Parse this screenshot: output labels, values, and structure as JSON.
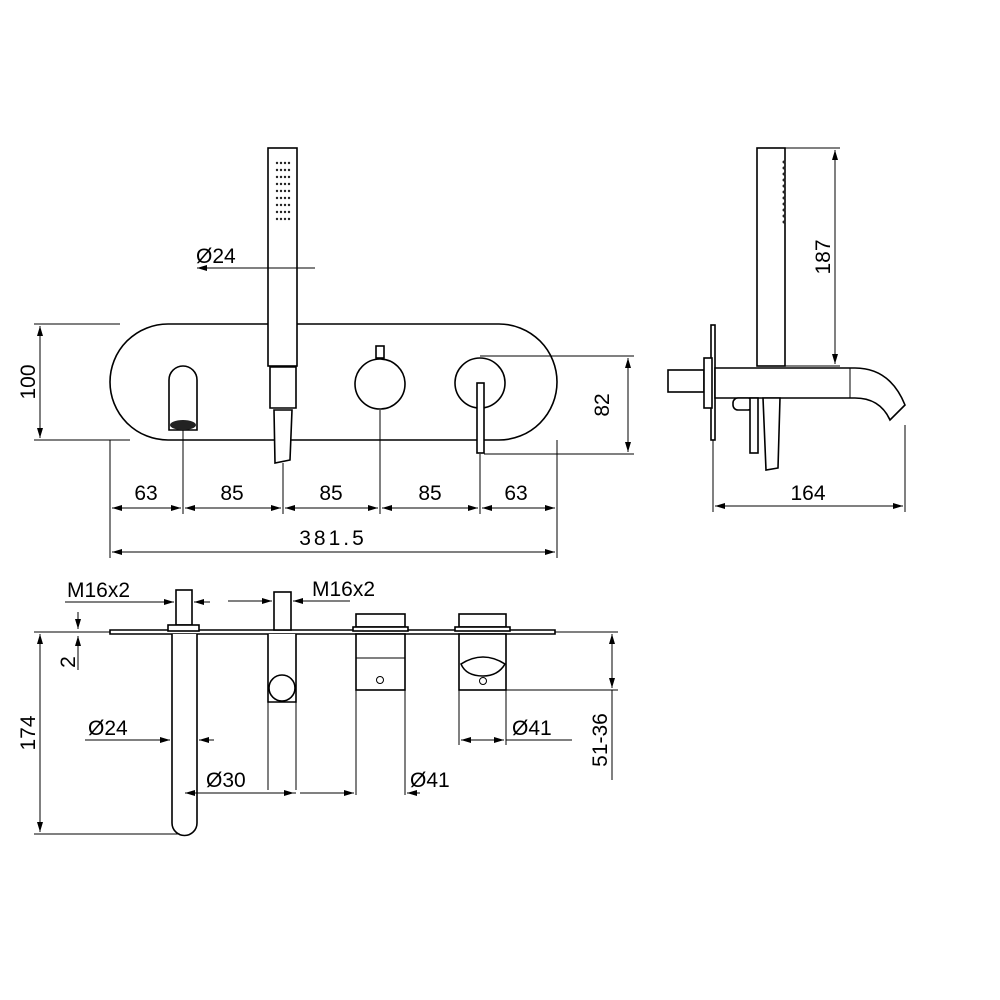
{
  "front_view": {
    "shower_diameter": "Ø24",
    "height": "100",
    "lever_height": "82",
    "spacings": [
      "63",
      "85",
      "85",
      "85",
      "63"
    ],
    "total_width": "381.5"
  },
  "side_view": {
    "shower_length": "187",
    "projection": "164"
  },
  "top_view": {
    "thread_left": "M16x2",
    "thread_right": "M16x2",
    "plate_thickness": "2",
    "depth": "174",
    "spout_diameter": "Ø24",
    "holder_diameter": "Ø30",
    "knob_diameter": "Ø41",
    "lever_diameter": "Ø41",
    "adjust_range": "51-36"
  }
}
